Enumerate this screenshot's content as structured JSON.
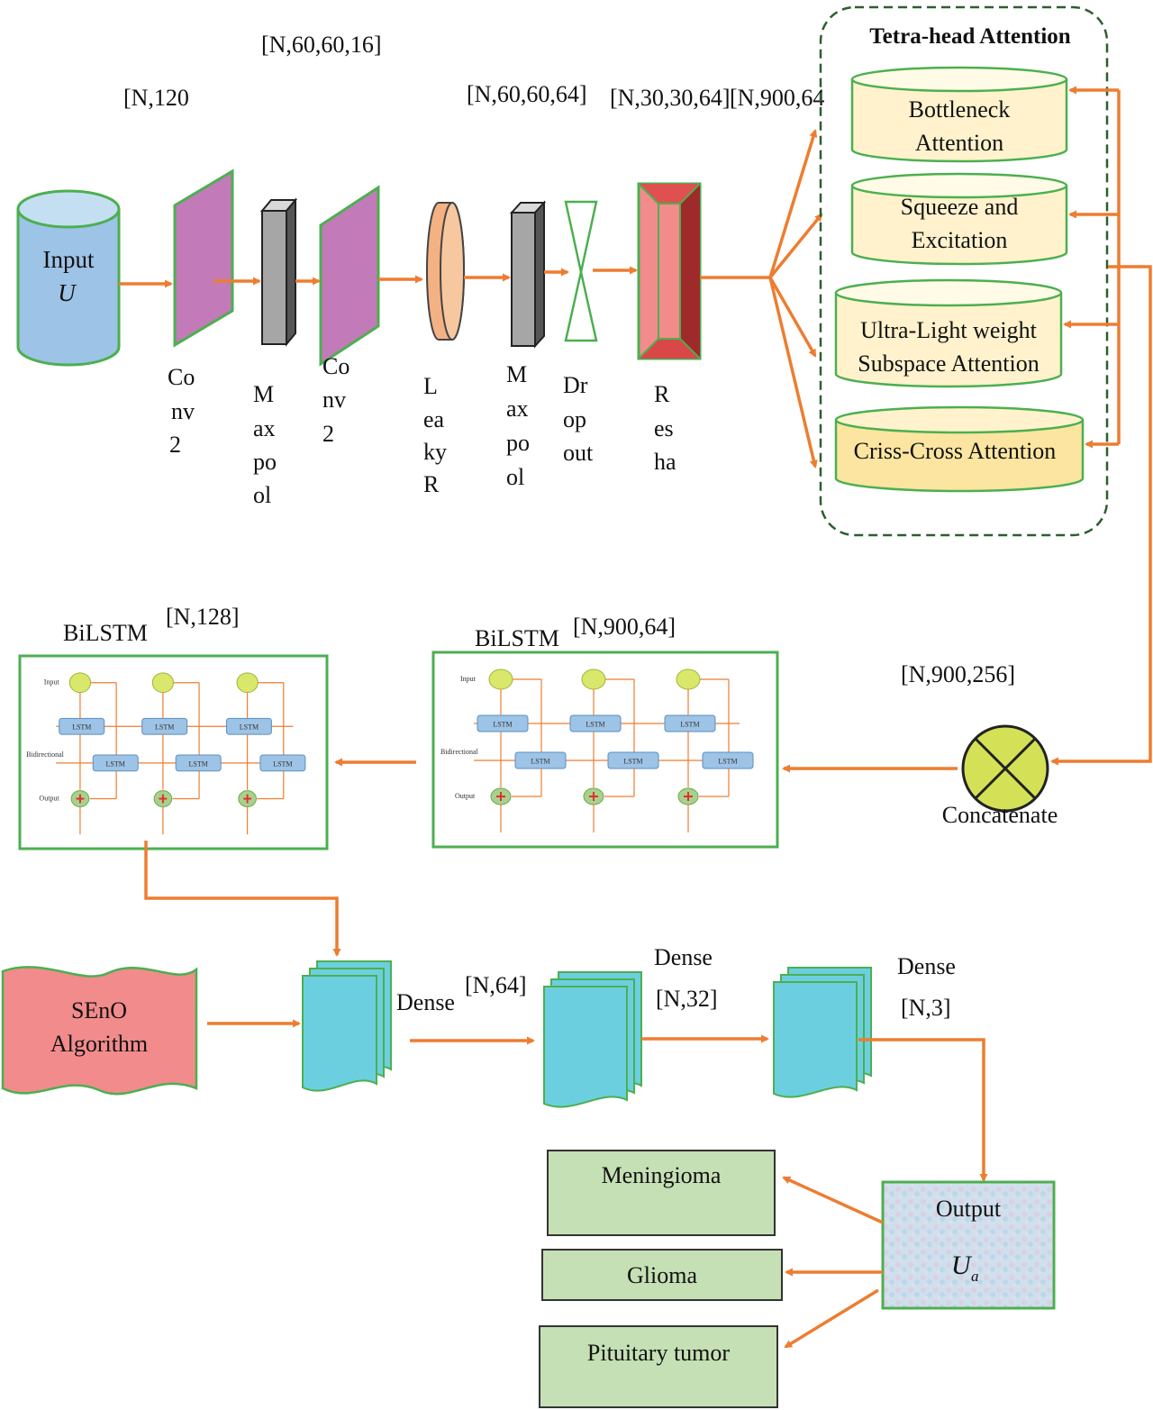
{
  "dims": {
    "input": "[N,120",
    "conv1": "[N,60,60,16]",
    "leaky": "[N,60,60,64]",
    "maxpool2": "[N,30,30,64]",
    "reshape": "[N,900,64",
    "bilstm2": "[N,128]",
    "bilstm1": "[N,900,64]",
    "concat": "[N,900,256]",
    "dense1": "[N,64]",
    "dense2": "[N,32]",
    "dense3": "[N,3]"
  },
  "input": {
    "line1": "Input",
    "line2": "U"
  },
  "layers": {
    "conv1": [
      "Co",
      "nv",
      "2"
    ],
    "maxpool1": [
      "M",
      "ax",
      "po",
      "ol"
    ],
    "conv2": [
      "Co",
      "nv",
      "2"
    ],
    "leaky": [
      "L",
      "ea",
      "ky",
      "R"
    ],
    "maxpool2": [
      "M",
      "ax",
      "po",
      "ol"
    ],
    "dropout": [
      "Dr",
      "op",
      "out"
    ],
    "reshape": [
      "R",
      "es",
      "ha"
    ]
  },
  "attention": {
    "title": "Tetra-head Attention",
    "heads": [
      {
        "line1": "Bottleneck",
        "line2": "Attention"
      },
      {
        "line1": "Squeeze and",
        "line2": "Excitation"
      },
      {
        "line1": "Ultra-Light weight",
        "line2": "Subspace Attention"
      },
      {
        "line1": "Criss-Cross Attention",
        "line2": ""
      }
    ]
  },
  "concat_label": "Concatenate",
  "bilstm": {
    "label": "BiLSTM",
    "inner": {
      "input": "Input",
      "bidirectional": "Bidirectional",
      "output": "Output",
      "cell": "LSTM"
    }
  },
  "seno": {
    "line1": "SEnO",
    "line2": "Algorithm"
  },
  "dense_label": "Dense",
  "output": {
    "line1": "Output",
    "line2": "U",
    "sub": "a"
  },
  "classes": [
    "Meningioma",
    "Glioma",
    "Pituitary tumor"
  ],
  "colors": {
    "arrow": "#ed7d31",
    "input_cyl": "#9dc3e6",
    "conv": "#c27bb8",
    "attention_cyl": "#fff2cc",
    "concat": "#d4e157",
    "seno": "#f28b8b",
    "dense": "#6ccfdf",
    "class_box": "#c5e0b4",
    "frame": "#4caf50"
  }
}
